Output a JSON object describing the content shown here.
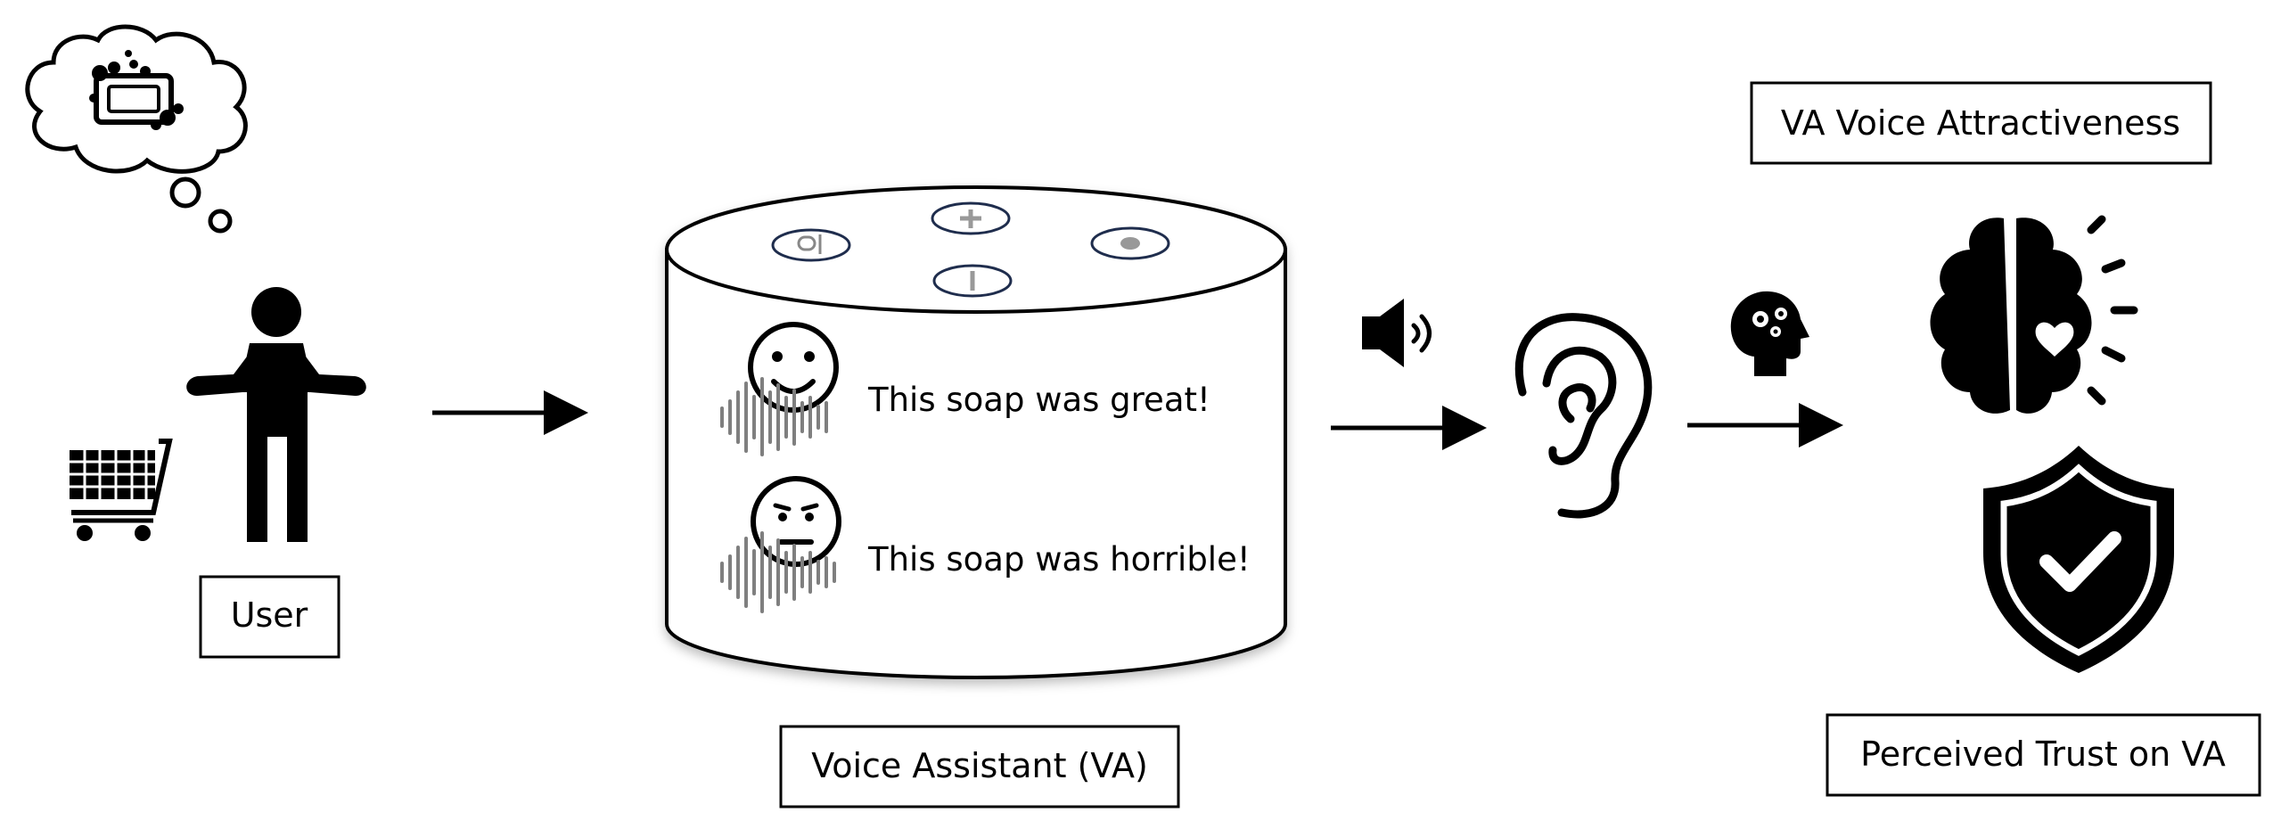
{
  "labels": {
    "user": "User",
    "voice_assistant": "Voice Assistant (VA)",
    "va_voice_attractiveness": "VA Voice Attractiveness",
    "perceived_trust": "Perceived Trust on VA"
  },
  "va_speech": {
    "positive": "This soap was great!",
    "negative": "This soap was horrible!"
  },
  "icons": [
    "thought-bubble-icon",
    "soap-icon",
    "person-shrug-icon",
    "shopping-cart-icon",
    "smiley-face-icon",
    "neutral-face-icon",
    "sound-wave-icon",
    "speaker-icon",
    "ear-icon",
    "head-gears-icon",
    "brain-heart-icon",
    "shield-check-icon",
    "microphone-icon",
    "plus-icon",
    "minus-icon",
    "action-dot-icon"
  ],
  "colors": {
    "ink": "#000000",
    "wave_gray": "#7f7f7f",
    "button_outline": "#1f2d4d"
  }
}
